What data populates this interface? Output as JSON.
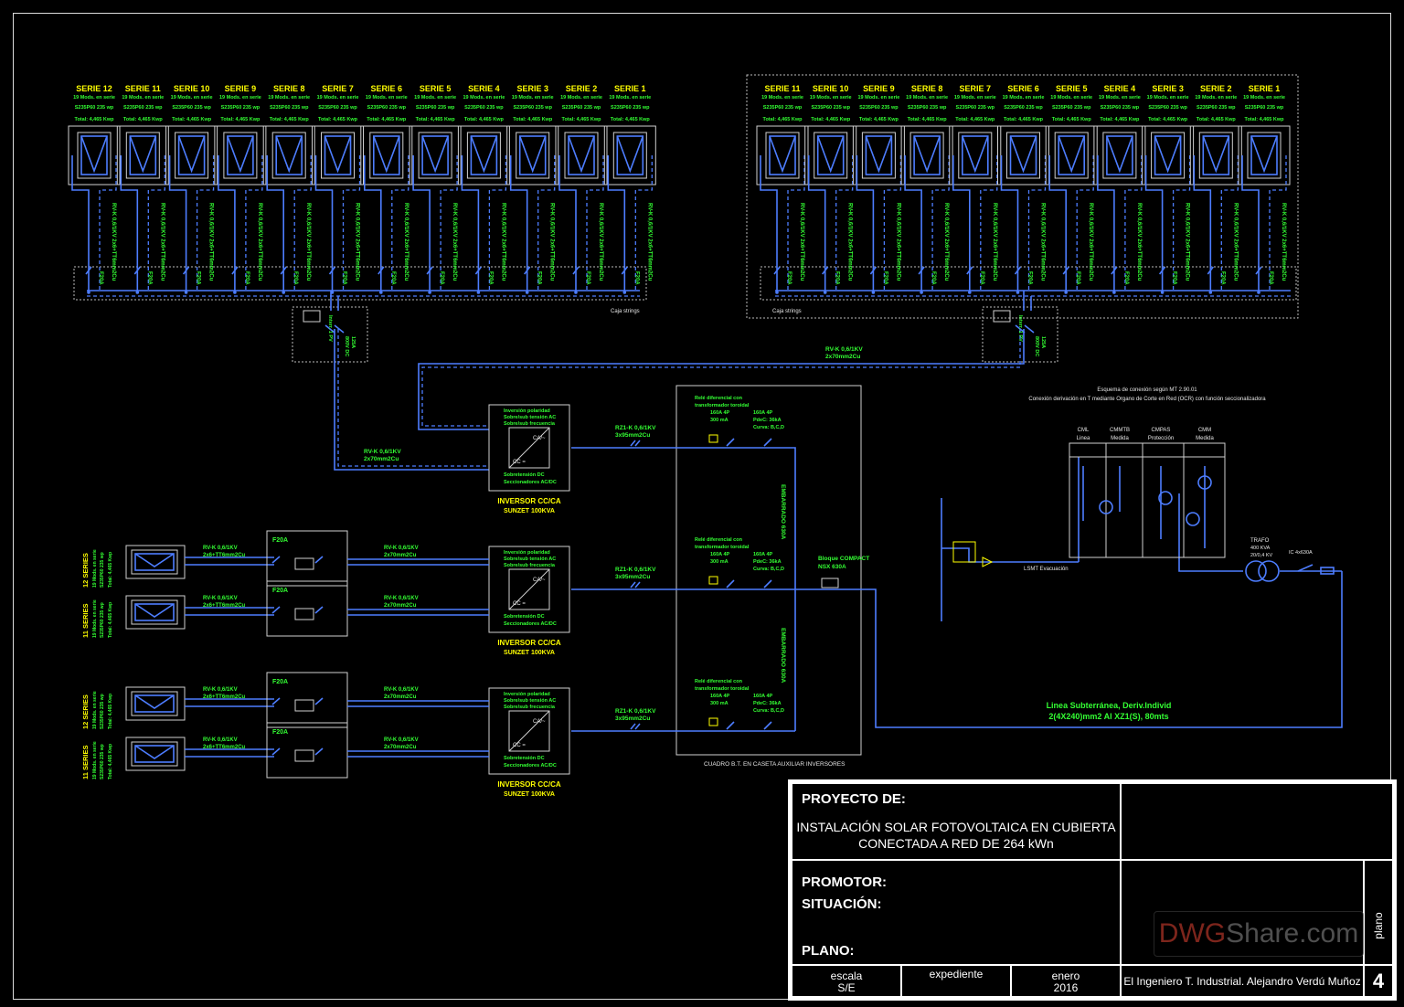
{
  "top_left_series": [
    {
      "label": "SERIE 12"
    },
    {
      "label": "SERIE 11"
    },
    {
      "label": "SERIE 10"
    },
    {
      "label": "SERIE 9"
    },
    {
      "label": "SERIE 8"
    },
    {
      "label": "SERIE 7"
    },
    {
      "label": "SERIE 6"
    },
    {
      "label": "SERIE 5"
    },
    {
      "label": "SERIE 4"
    },
    {
      "label": "SERIE 3"
    },
    {
      "label": "SERIE 2"
    },
    {
      "label": "SERIE 1"
    }
  ],
  "top_right_series": [
    {
      "label": "SERIE 11"
    },
    {
      "label": "SERIE 10"
    },
    {
      "label": "SERIE 9"
    },
    {
      "label": "SERIE 8"
    },
    {
      "label": "SERIE 7"
    },
    {
      "label": "SERIE 6"
    },
    {
      "label": "SERIE 5"
    },
    {
      "label": "SERIE 4"
    },
    {
      "label": "SERIE 3"
    },
    {
      "label": "SERIE 2"
    },
    {
      "label": "SERIE 1"
    }
  ],
  "series_specs": {
    "line1": "19 Mods. en serie",
    "line2": "S235P60 235 wp",
    "line3": "Total: 4,465 Kwp",
    "cable": "RV-K 0,6/1KV 2x6+TT6mm2Cu",
    "fuse": "F20A"
  },
  "string_box_label": "Caja strings",
  "disconnector": {
    "line1": "125A",
    "line2": "800V DC",
    "label": "Interr. 1 PV"
  },
  "rv_cable_top": {
    "line1": "RV-K 0,6/1KV",
    "line2": "2x70mm2Cu"
  },
  "inverters": [
    {
      "title": "INVERSOR CC/CA",
      "model": "SUNZET 100KVA"
    },
    {
      "title": "INVERSOR CC/CA",
      "model": "SUNZET 100KVA"
    },
    {
      "title": "INVERSOR CC/CA",
      "model": "SUNZET 100KVA"
    }
  ],
  "inverter_box_text": {
    "top1": "Inversión polaridad",
    "top2": "Sobre/sub tensión AC",
    "top3": "Sobre/sub frecuencia",
    "ac_symbol": "CA/~",
    "dc_symbol": "CC =",
    "bot1": "Sobretensión DC",
    "bot2": "Seccionadores AC/DC"
  },
  "ac_cable": {
    "line1": "RZ1-K 0,6/1KV",
    "line2": "3x95mm2Cu"
  },
  "panel_protection": {
    "diff1": "Relé diferencial con",
    "diff2": "transformador toroidal",
    "breaker1": "160A 4P",
    "breaker2": "300 mA",
    "mcb1": "160A 4P",
    "mcb2": "PdeC: 36kA",
    "mcb3": "Curva: B,C,D"
  },
  "busbar_label": "EMBARRADO 630A",
  "bloque": {
    "line1": "Bloque COMPACT",
    "line2": "NSX 630A"
  },
  "cuadro_label": "CUADRO B.T. EN CASETA AUXILIAR INVERSORES",
  "bottom_series": [
    {
      "series": "12 SERIES",
      "cable": "RV-K 0,6/1KV 2x6+TT6mm2Cu",
      "fuse": "F20A"
    },
    {
      "series": "11 SERIES",
      "cable": "RV-K 0,6/1KV 2x6+TT6mm2Cu",
      "fuse": "F20A"
    },
    {
      "series": "12 SERIES",
      "cable": "RV-K 0,6/1KV 2x6+TT6mm2Cu",
      "fuse": "F20A"
    },
    {
      "series": "11 SERIES",
      "cable": "RV-K 0,6/1KV 2x6+TT6mm2Cu",
      "fuse": "F20A"
    }
  ],
  "bottom_series_specs": {
    "line1": "19 Mods. en serie",
    "line2": "S235P60 235 wp",
    "line3": "Total: 4,465 Kwp"
  },
  "bottom_rv_out": {
    "line1": "RV-K 0,6/1KV",
    "line2": "2x70mm2Cu"
  },
  "connection_header": {
    "line1": "Esquema de conexión según MT 2.90.01",
    "line2": "Conexión derivación en T mediante Organo de Corte en Red (OCR) con función seccionalizadora"
  },
  "cells": [
    {
      "code": "CML",
      "desc": "Linea"
    },
    {
      "code": "CMMTB",
      "desc": "Medida"
    },
    {
      "code": "CMPAS",
      "desc": "Protección"
    },
    {
      "code": "CMM",
      "desc": "Medida"
    }
  ],
  "trafo": {
    "line1": "TRAFO",
    "line2": "400 KVA",
    "line3": "20/0,4 KV",
    "fuse": "IC 4x630A"
  },
  "underground": {
    "line1": "Linea Subterránea, Deriv.Individ",
    "line2": "2(4X240)mm2 Al XZ1(S), 80mts"
  },
  "lsmt_label": "LSMT Evacuación",
  "title_block": {
    "proyecto_label": "PROYECTO DE:",
    "project_line1": "INSTALACIÓN SOLAR FOTOVOLTAICA EN CUBIERTA",
    "project_line2": "CONECTADA A RED DE 264 kWn",
    "promotor_label": "PROMOTOR:",
    "situacion_label": "SITUACIÓN:",
    "plano_label": "PLANO:",
    "escala_label": "escala",
    "escala_value": "S/E",
    "expediente_label": "expediente",
    "fecha_label": "enero",
    "fecha_value": "2016",
    "engineer": "El Ingeniero T. Industrial. Alejandro Verdú Muñoz",
    "plano_vertical": "plano",
    "plano_number": "4"
  },
  "watermark": {
    "brand": "DWG",
    "rest": "Share.com"
  },
  "colors": {
    "background": "#000000",
    "wire": "#4d7dff",
    "label": "#ffff00",
    "green": "#33ff33",
    "frame": "#ffffff"
  }
}
